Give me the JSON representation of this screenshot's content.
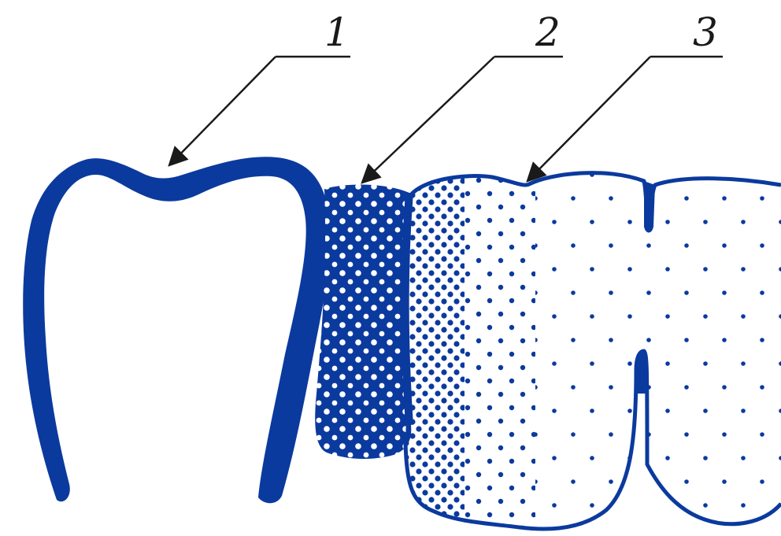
{
  "colors": {
    "ink": "#0b3a9e",
    "leader": "#1a1a1a",
    "background": "#ffffff"
  },
  "callouts": [
    {
      "number": "1"
    },
    {
      "number": "2"
    },
    {
      "number": "3"
    }
  ]
}
